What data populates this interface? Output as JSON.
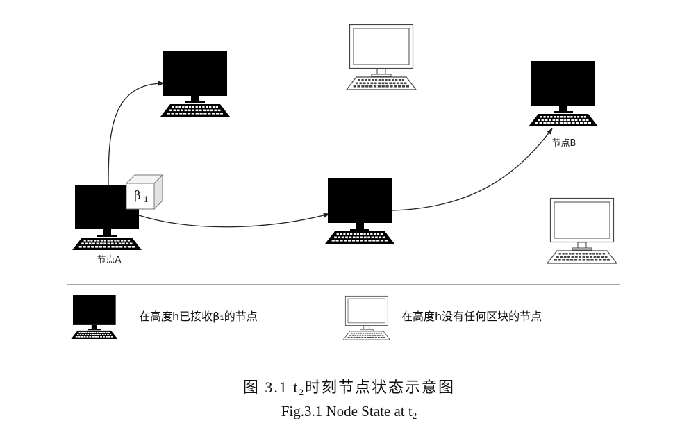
{
  "diagram": {
    "nodes": [
      {
        "id": "node_a",
        "received": true,
        "label": "节点A"
      },
      {
        "id": "node_top_left",
        "received": true,
        "label": ""
      },
      {
        "id": "node_middle",
        "received": true,
        "label": ""
      },
      {
        "id": "node_b",
        "received": true,
        "label": "节点B"
      },
      {
        "id": "node_top_center",
        "received": false,
        "label": ""
      },
      {
        "id": "node_right",
        "received": false,
        "label": ""
      }
    ],
    "edges": [
      {
        "from": "node_a",
        "to": "node_top_left"
      },
      {
        "from": "node_a",
        "to": "node_middle"
      },
      {
        "from": "node_middle",
        "to": "node_b"
      }
    ],
    "block": {
      "symbol": "β",
      "subscript": "1"
    },
    "legend": {
      "received_label": "在高度h已接收β₁的节点",
      "not_received_label": "在高度h没有任何区块的节点"
    }
  },
  "caption": {
    "cn_prefix": "图 3.1 t",
    "cn_sub": "2",
    "cn_suffix": "时刻节点状态示意图",
    "en_prefix": "Fig.3.1 Node State at t",
    "en_sub": "2"
  },
  "colors": {
    "filled": "#000000",
    "outline": "#444444",
    "line": "#222222",
    "divider": "#888888"
  }
}
